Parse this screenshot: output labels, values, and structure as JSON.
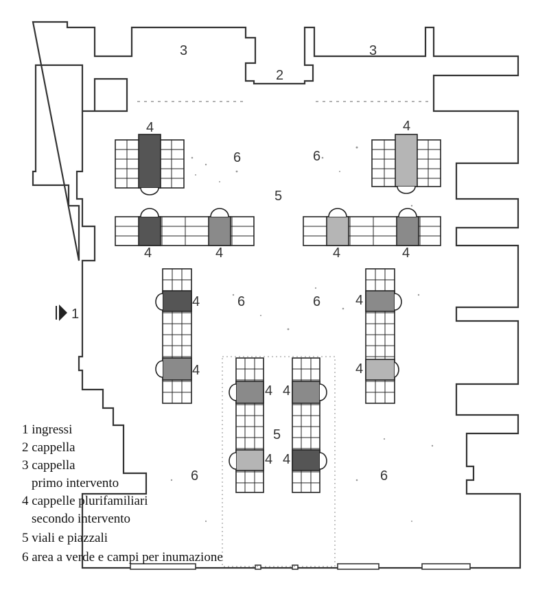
{
  "labels": {
    "one": "1",
    "two": "2",
    "three": "3",
    "four": "4",
    "five": "5",
    "six": "6"
  },
  "legend": [
    "1 ingressi",
    "2 cappella",
    "3 cappella",
    "primo intervento",
    "4 cappelle plurifamiliari",
    "secondo intervento",
    "5 viali e piazzali",
    "6 area a verde e campi per inumazione"
  ],
  "colors": {
    "ink": "#333333",
    "shade_dark": "#555555",
    "shade_mid": "#8a8a8a",
    "shade_light": "#b5b5b5"
  }
}
